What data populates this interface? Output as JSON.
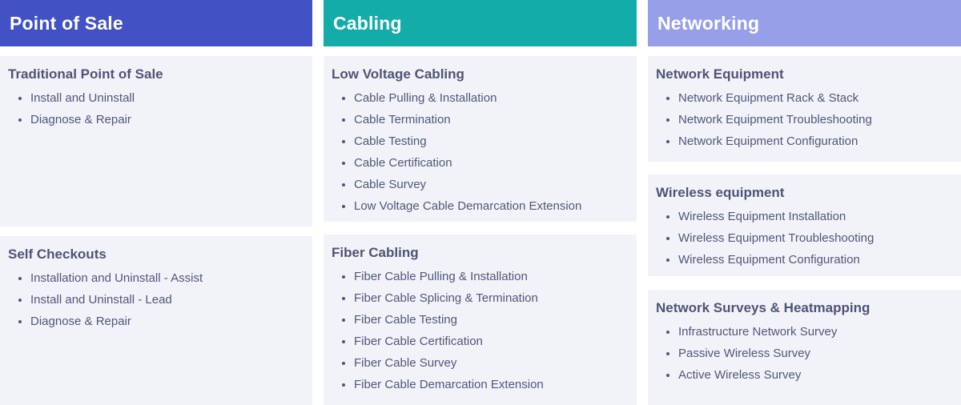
{
  "theme": {
    "page_bg": "#ffffff",
    "card_bg": "#f2f3f9",
    "header_text": "#ffffff",
    "title_text": "#4d5474",
    "item_text": "#4e5778"
  },
  "columns": [
    {
      "title": "Point of Sale",
      "header_color": "#4252c4",
      "cards": [
        {
          "title": "Traditional Point of Sale",
          "items": [
            "Install and Uninstall",
            "Diagnose & Repair"
          ]
        },
        {
          "title": "Self Checkouts",
          "items": [
            "Installation and Uninstall - Assist",
            "Install and Uninstall - Lead",
            "Diagnose & Repair"
          ]
        }
      ]
    },
    {
      "title": "Cabling",
      "header_color": "#13aca8",
      "cards": [
        {
          "title": "Low Voltage Cabling",
          "items": [
            "Cable Pulling & Installation",
            "Cable Termination",
            "Cable Testing",
            "Cable Certification",
            "Cable Survey",
            "Low Voltage Cable Demarcation Extension"
          ]
        },
        {
          "title": "Fiber Cabling",
          "items": [
            "Fiber Cable Pulling & Installation",
            "Fiber Cable Splicing & Termination",
            "Fiber Cable Testing",
            "Fiber Cable Certification",
            "Fiber Cable Survey",
            "Fiber Cable Demarcation Extension"
          ]
        }
      ]
    },
    {
      "title": "Networking",
      "header_color": "#969fe8",
      "cards": [
        {
          "title": "Network Equipment",
          "items": [
            "Network Equipment Rack & Stack",
            "Network Equipment Troubleshooting",
            "Network Equipment Configuration"
          ]
        },
        {
          "title": "Wireless equipment",
          "items": [
            "Wireless Equipment Installation",
            "Wireless Equipment Troubleshooting",
            "Wireless Equipment Configuration"
          ]
        },
        {
          "title": "Network Surveys & Heatmapping",
          "items": [
            "Infrastructure Network Survey",
            "Passive Wireless Survey",
            "Active Wireless Survey"
          ]
        }
      ]
    }
  ]
}
